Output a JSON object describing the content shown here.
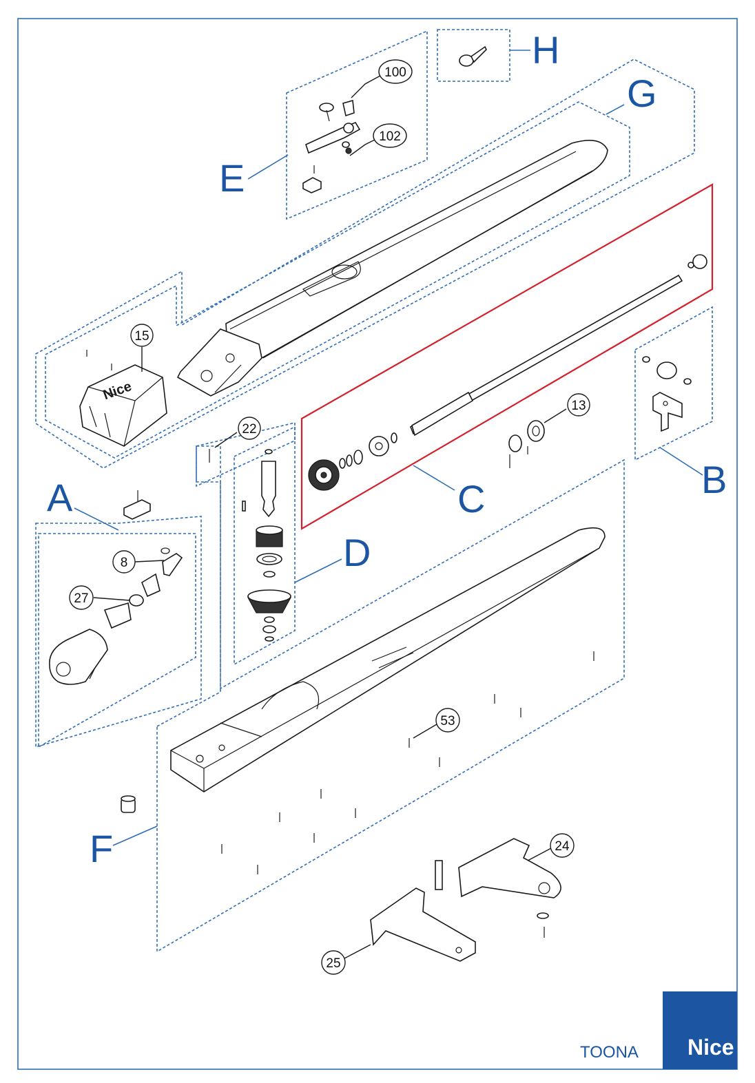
{
  "groups": [
    {
      "id": "A",
      "label": "A"
    },
    {
      "id": "B",
      "label": "B"
    },
    {
      "id": "C",
      "label": "C"
    },
    {
      "id": "D",
      "label": "D"
    },
    {
      "id": "E",
      "label": "E"
    },
    {
      "id": "F",
      "label": "F"
    },
    {
      "id": "G",
      "label": "G"
    },
    {
      "id": "H",
      "label": "H"
    }
  ],
  "callouts": [
    {
      "id": "c100",
      "label": "100"
    },
    {
      "id": "c102",
      "label": "102"
    },
    {
      "id": "c15",
      "label": "15"
    },
    {
      "id": "c22",
      "label": "22"
    },
    {
      "id": "c13",
      "label": "13"
    },
    {
      "id": "c8",
      "label": "8"
    },
    {
      "id": "c27",
      "label": "27"
    },
    {
      "id": "c53",
      "label": "53"
    },
    {
      "id": "c24",
      "label": "24"
    },
    {
      "id": "c25",
      "label": "25"
    }
  ],
  "footer": {
    "model": "TOONA",
    "brand": "Nice"
  },
  "cover_logo": "Nice",
  "colors": {
    "frame": "#2f6db5",
    "letters": "#1c56a3",
    "highlight": "#d4202c",
    "brand_box": "#1c56a3"
  }
}
